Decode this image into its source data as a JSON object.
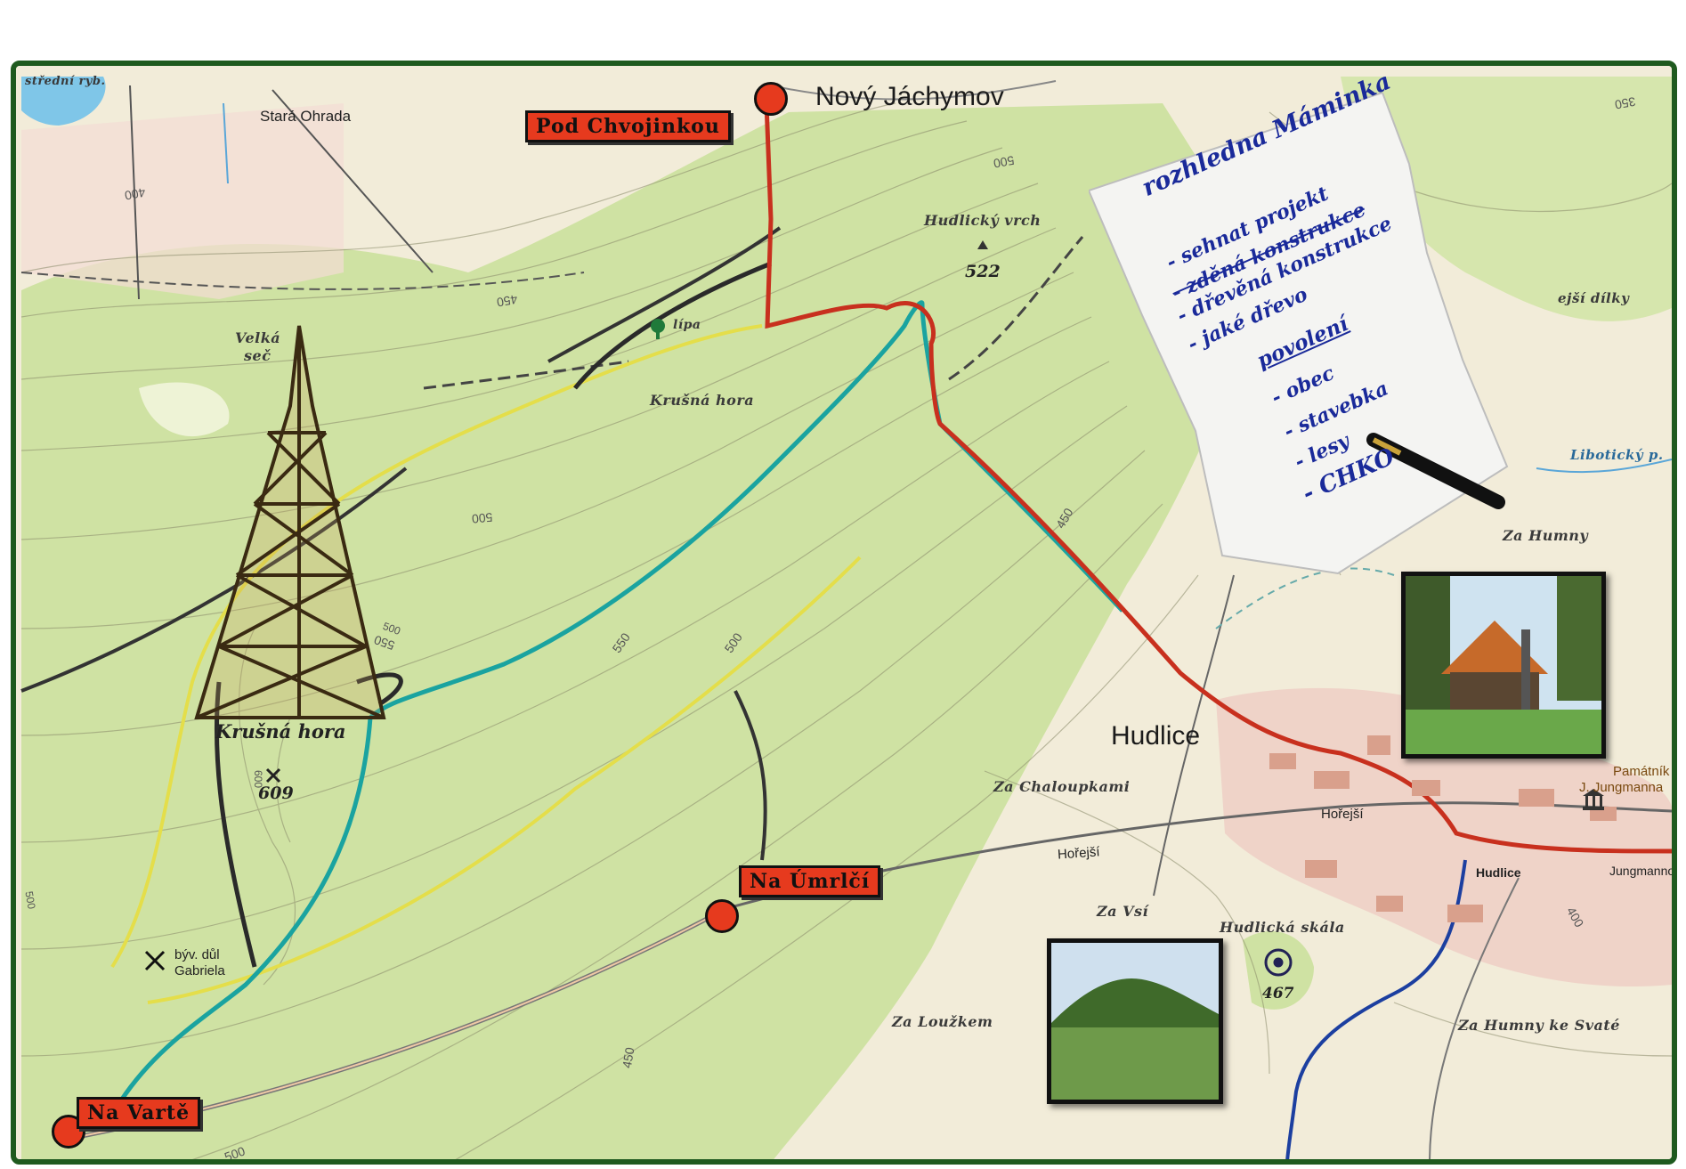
{
  "places": {
    "novy_jachymov": "Nový Jáchymov",
    "hudlice": "Hudlice",
    "stara_ohrada": "Stará Ohrada",
    "stredni_ryb": "střední ryb.",
    "velka_sec_1": "Velká",
    "velka_sec_2": "seč",
    "hudlicky_vrch": "Hudlický vrch",
    "hudlicky_vrch_elev": "522",
    "lipa": "lípa",
    "krusna_hora_slope": "Krušná hora",
    "krusna_hora": "Krušná hora",
    "krusna_hora_elev": "609",
    "byv_dul_1": "býv. důl",
    "byv_dul_2": "Gabriela",
    "za_chaloupkami": "Za Chaloupkami",
    "za_vsi": "Za Vsí",
    "za_louzkem": "Za Loužkem",
    "hudlicka_skala": "Hudlická skála",
    "hudlicka_skala_elev": "467",
    "za_humny": "Za Humny",
    "za_humny_ke_svate": "Za Humny ke Svaté",
    "horejsi_road": "Hořejší",
    "horejsi_village": "Hořejší",
    "hudlice_small": "Hudlice",
    "jungmannova": "Jungmannova",
    "pamatnik_1": "Památník",
    "pamatnik_2": "J. Jungmanna",
    "liboticky_p": "Libotický p.",
    "horejsi_dilky": "ejší dílky"
  },
  "contours": [
    "400",
    "450",
    "500",
    "500",
    "550",
    "550",
    "500",
    "450",
    "450",
    "500",
    "600",
    "400",
    "350",
    "500",
    "500"
  ],
  "signs": {
    "pod_chvojinkou": "Pod Chvojinkou",
    "na_umrlci": "Na Úmrlčí",
    "na_varte": "Na Vartě"
  },
  "note": {
    "title": "rozhledna Máminka",
    "l1": "- sehnat projekt",
    "l2": "- zděná konstrukce",
    "l3": "- dřevěná konstrukce",
    "l4": "- jaké dřevo",
    "l5": "povolení",
    "l6": "- obec",
    "l7": "- stavebka",
    "l8": "- lesy",
    "l9": "- CHKO"
  },
  "colors": {
    "frame": "#1f5a1f",
    "forest": "#cfe2a3",
    "route_red": "#c8301e",
    "route_teal": "#1aa3a0",
    "route_yellow": "#e4de4a",
    "route_blue": "#1c3fa0",
    "sign": "#e63a1e",
    "ink": "#1a2a9a"
  }
}
